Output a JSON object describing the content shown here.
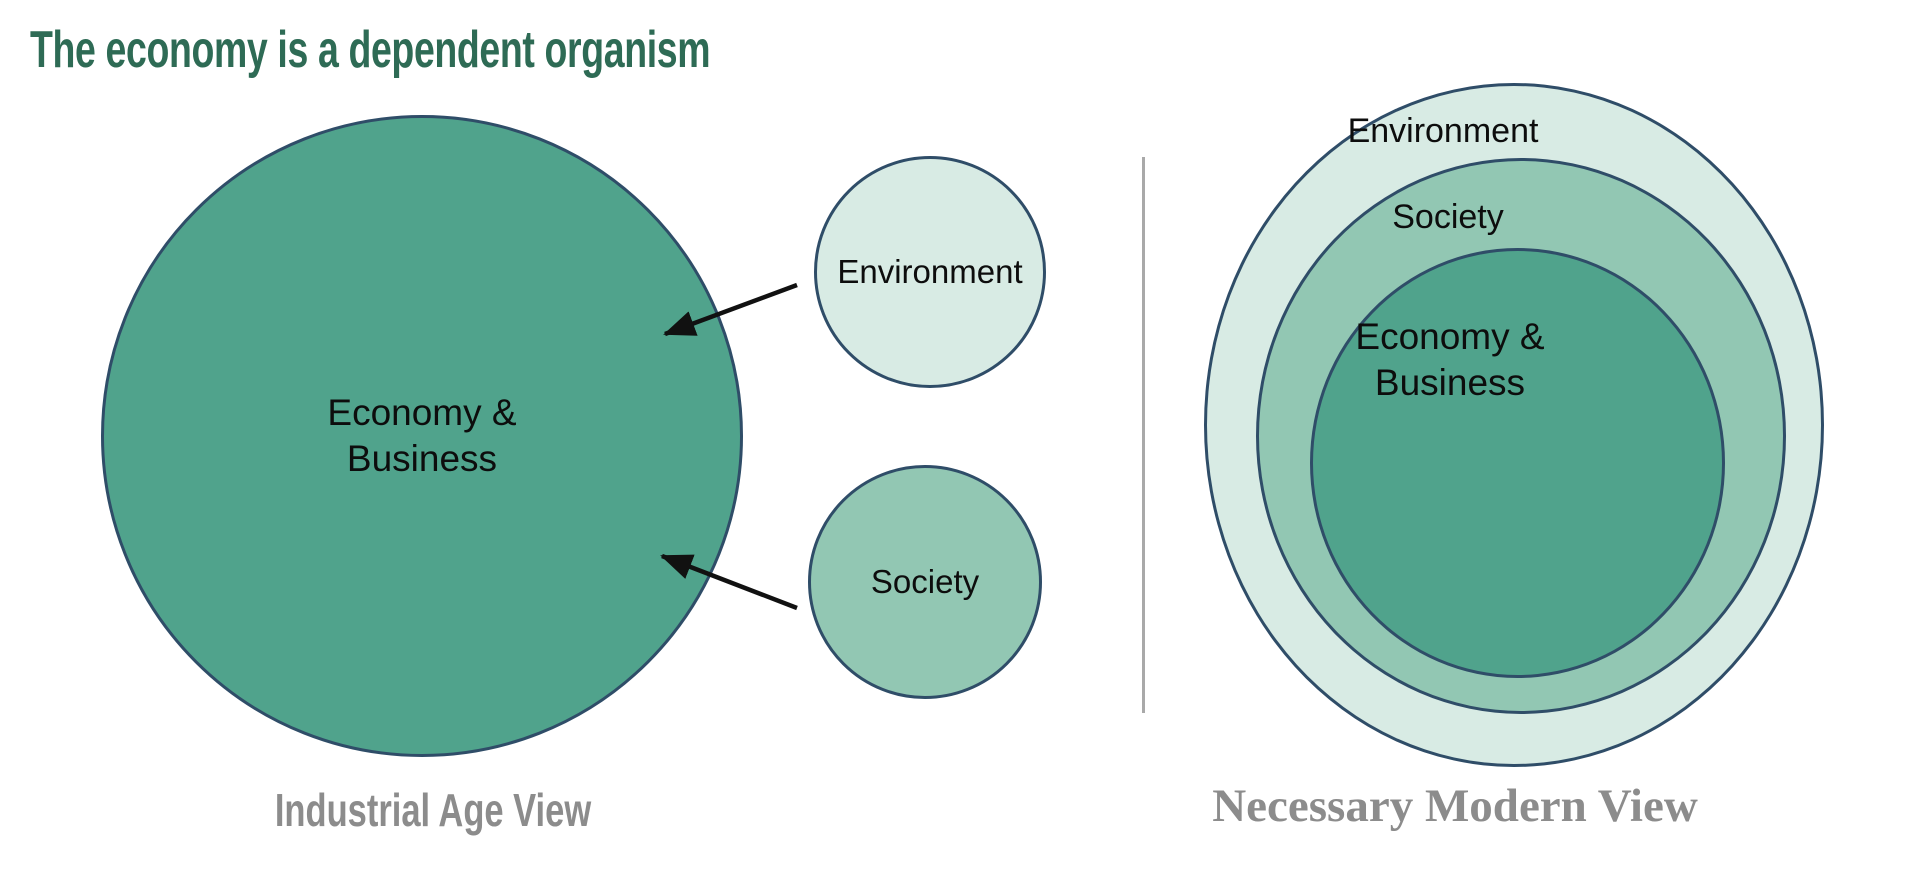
{
  "title": "The economy is a dependent organism",
  "industrial_view": {
    "caption": "Industrial Age View",
    "economy_circle_label": "Economy &\nBusiness",
    "environment_circle_label": "Environment",
    "society_circle_label": "Society"
  },
  "modern_view": {
    "caption": "Necessary Modern View",
    "environment_ring_label": "Environment",
    "society_ring_label": "Society",
    "economy_circle_label": "Economy &\nBusiness"
  },
  "colors": {
    "economy_fill": "#50A38C",
    "society_fill": "#92C7B3",
    "environment_fill": "#D8EBE4",
    "circle_border": "#2F4D68",
    "title_green": "#2E6B55",
    "caption_gray": "#8C8C8C",
    "divider_gray": "#A9A9A9",
    "arrow_black": "#111111"
  }
}
